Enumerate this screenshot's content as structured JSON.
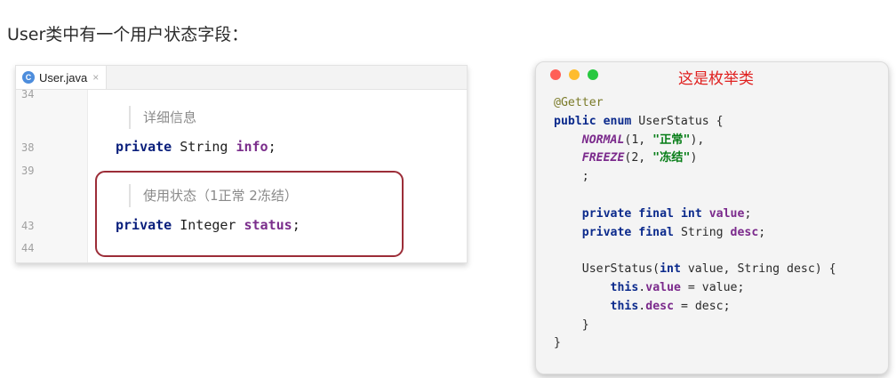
{
  "heading": "User类中有一个用户状态字段：",
  "ide": {
    "tab_label": "User.java",
    "tab_icon_letter": "C",
    "tab_close": "×",
    "lines": [
      {
        "num": "34"
      },
      {
        "num": "38"
      },
      {
        "num": "39"
      },
      {
        "num": "43"
      },
      {
        "num": "44"
      }
    ],
    "doc1": "详细信息",
    "code1": {
      "kw": "private",
      "type": " String ",
      "field": "info",
      "end": ";"
    },
    "doc2": "使用状态（1正常 2冻结）",
    "code2": {
      "kw": "private",
      "type": " Integer ",
      "field": "status",
      "end": ";"
    }
  },
  "window": {
    "title": "这是枚举类",
    "code_lines": [
      "@Getter",
      "public enum UserStatus {",
      "    NORMAL(1, \"正常\"),",
      "    FREEZE(2, \"冻结\")",
      "    ;",
      "",
      "    private final int value;",
      "    private final String desc;",
      "",
      "    UserStatus(int value, String desc) {",
      "        this.value = value;",
      "        this.desc = desc;",
      "    }",
      "}"
    ]
  }
}
